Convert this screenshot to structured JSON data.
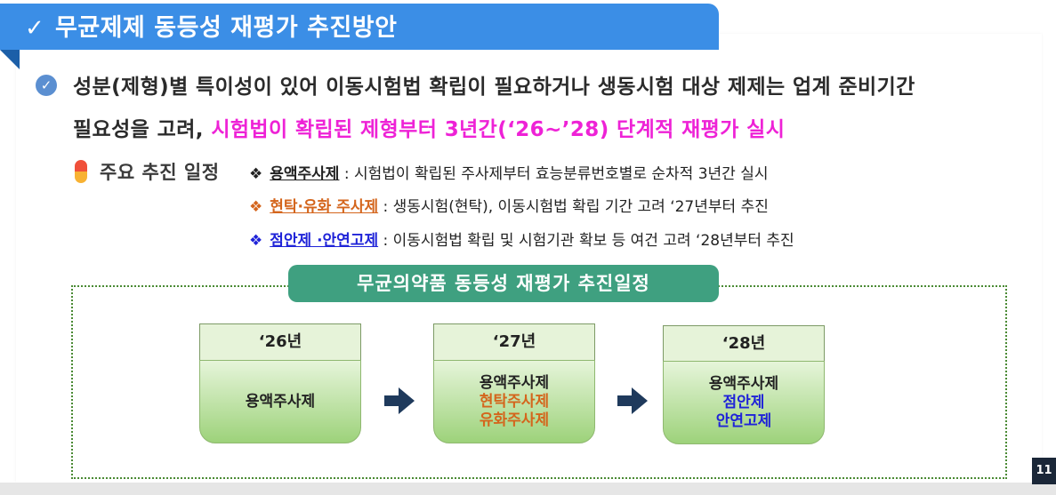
{
  "banner": {
    "check": "✓",
    "title": "무균제제 동등성 재평가 추진방안"
  },
  "main_bullet": {
    "line1": "성분(제형)별 특이성이 있어 이동시험법 확립이 필요하거나 생동시험 대상 제제는 업계 준비기간",
    "line2_plain": "필요성을 고려, ",
    "line2_highlight": "시험법이 확립된 제형부터 3년간(‘26~’28) 단계적 재평가 실시"
  },
  "schedule": {
    "label": "주요 추진 일정",
    "items": [
      {
        "diamond": "❖",
        "head": "용액주사제",
        "desc": " : 시험법이 확립된 주사제부터 효능분류번호별로 순차적 3년간 실시"
      },
      {
        "diamond": "❖",
        "head": "현탁·유화 주사제",
        "desc": " : 생동시험(현탁), 이동시험법 확립 기간 고려 ‘27년부터 추진"
      },
      {
        "diamond": "❖",
        "head": "점안제 ·안연고제",
        "desc": " : 이동시험법 확립 및 시험기관 확보 등 여건 고려 ‘28년부터 추진"
      }
    ]
  },
  "timeline": {
    "title": "무균의약품 동등성 재평가 추진일정",
    "years": [
      {
        "year": "‘26년",
        "items": [
          "용액주사제"
        ]
      },
      {
        "year": "‘27년",
        "items": [
          "용액주사제",
          "현탁주사제",
          "유화주사제"
        ]
      },
      {
        "year": "‘28년",
        "items": [
          "용액주사제",
          "점안제",
          "안연고제"
        ]
      }
    ]
  },
  "page_number": "11",
  "colors": {
    "banner": "#3b8ee6",
    "highlight": "#ee22d6",
    "orange": "#d4651c",
    "blue": "#1f23d8",
    "timeline_title": "#3fa080"
  }
}
